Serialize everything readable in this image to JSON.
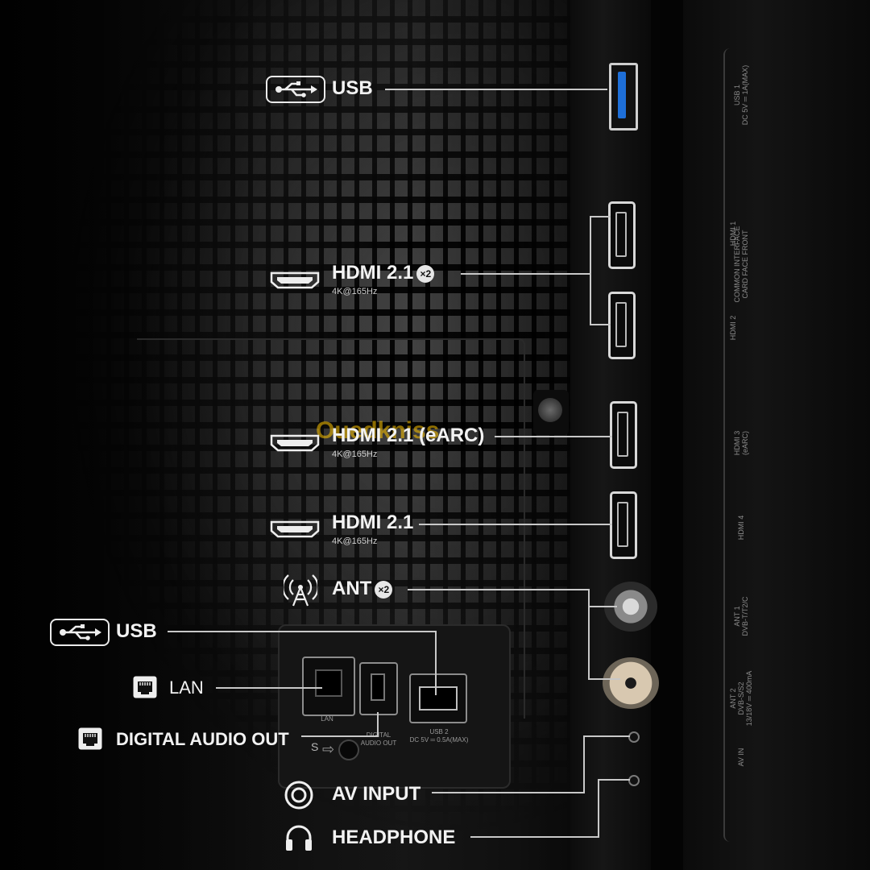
{
  "callouts": {
    "usb_top": {
      "label": "USB"
    },
    "hdmi_a": {
      "label": "HDMI 2.1",
      "count": "×2",
      "spec": "4K@165Hz"
    },
    "hdmi_b": {
      "label": "HDMI 2.1 (eARC)",
      "spec": "4K@165Hz"
    },
    "hdmi_c": {
      "label": "HDMI 2.1",
      "spec": "4K@165Hz"
    },
    "ant": {
      "label": "ANT",
      "count": "×2"
    },
    "usb_bottom": {
      "label": "USB"
    },
    "lan": {
      "label": "LAN"
    },
    "digital_audio": {
      "label": "DIGITAL AUDIO OUT"
    },
    "av_input": {
      "label": "AV INPUT"
    },
    "headphone": {
      "label": "HEADPHONE"
    }
  },
  "panel_labels": {
    "usb1": "USB 1\nDC 5V ═ 1A(MAX)",
    "common_interface": "COMMON INTERFACE\nCARD FACE FRONT",
    "hdmi1": "HDMI 1",
    "hdmi2": "HDMI 2",
    "hdmi3": "HDMI 3\n(eARC)",
    "hdmi4": "HDMI 4",
    "ant1": "ANT 1\nDVB-T/T2/C",
    "ant2": "ANT 2\nDVB-S/S2\n13/18V ═ 400mA",
    "av_in": "AV IN",
    "lan": "LAN",
    "digital_audio": "DIGITAL\nAUDIO OUT",
    "usb2": "USB 2\nDC 5V ═ 0.5A(MAX)",
    "s_switch": "S"
  },
  "watermark": "Ouedkniss",
  "colors": {
    "accent_usb": "#1e6fd8",
    "text": "#f2f2f2",
    "line": "#c8c8c8"
  }
}
